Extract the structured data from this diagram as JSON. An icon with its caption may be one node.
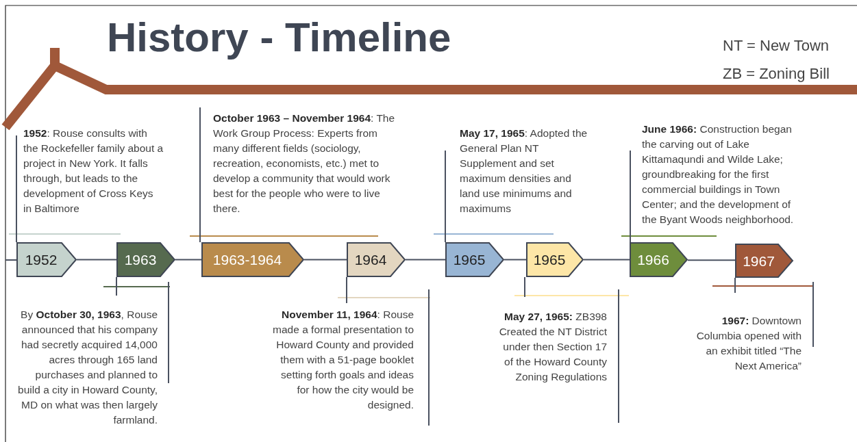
{
  "diagram": {
    "title": "History - Timeline",
    "nodes": [
      {
        "text": [
          "1952"
        ],
        "beside": [
          "**1952**: Rouse consults with the Rockefeller family about a project in New York. It falls through, but leads to the development of Cross Keys in Baltimore"
        ]
      },
      {
        "text": [
          "1963"
        ],
        "beside": [
          "By **October 30, 1963**, Rouse announced that his company had secretly acquired 14,000 acres through 165 land purchases and planned to build a city in Howard County, MD on what was then largely farmland."
        ]
      },
      {
        "text": [
          "1963-1964"
        ],
        "beside": [
          "**October 1963 – November 1964**: The Work Group Process: Experts from many different fields (sociology, recreation, economists, etc.) met to develop a community that would work best for the people who were to live there."
        ]
      },
      {
        "text": [
          "1964"
        ],
        "beside": [
          "**November 11, 1964**: Rouse made a formal presentation to Howard County and provided them with a 51-page booklet setting forth goals and ideas for how the city would be designed."
        ]
      },
      {
        "text": [
          "1965"
        ],
        "beside": [
          "**May 17, 1965**: Adopted the General Plan NT Supplement and set maximum densities and land use minimums and maximums"
        ]
      },
      {
        "text": [
          "1965"
        ],
        "beside": [
          "**May 27, 1965:** ZB398 Created the NT District under then Section 17 of the Howard County Zoning Regulations"
        ]
      },
      {
        "text": [
          "1966"
        ],
        "beside": [
          "**June 1966:** Construction began the carving out of Lake Kittamaqundi and Wilde Lake; groundbreaking for the first commercial buildings in Town Center; and the development of the Byant Woods neighborhood."
        ]
      },
      {
        "text": [
          "1967"
        ],
        "beside": [
          "**1967:** Downtown Columbia opened with an exhibit titled “The Next America”"
        ]
      }
    ],
    "edges": [
      {
        "from": 0,
        "to": 1,
        "arrow": "none"
      },
      {
        "from": 1,
        "to": 2,
        "arrow": "none"
      },
      {
        "from": 2,
        "to": 3,
        "arrow": "none"
      },
      {
        "from": 3,
        "to": 4,
        "arrow": "none"
      },
      {
        "from": 4,
        "to": 5,
        "arrow": "none"
      },
      {
        "from": 5,
        "to": 6,
        "arrow": "none"
      },
      {
        "from": 6,
        "to": 7,
        "arrow": "none"
      }
    ],
    "labels": [
      "NT = New Town",
      "ZB = Zoning Bill"
    ]
  }
}
